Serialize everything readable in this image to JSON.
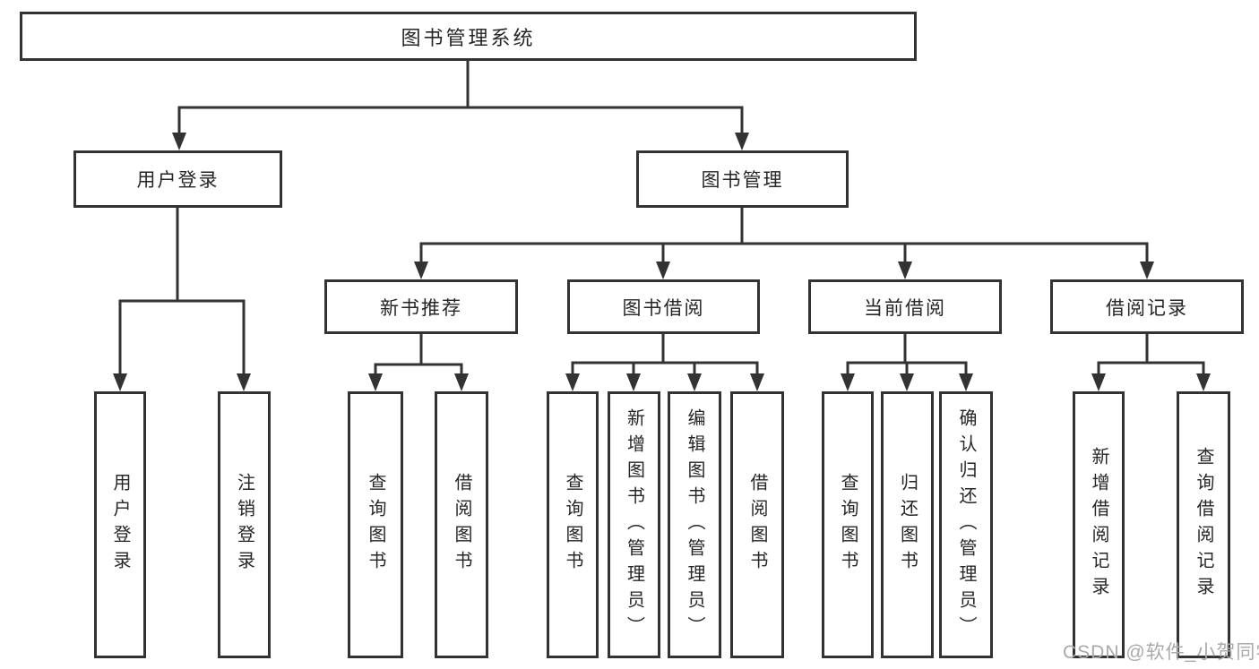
{
  "tree": {
    "label": "图书管理系统",
    "children": [
      {
        "label": "用户登录",
        "children": [
          {
            "label": "用户登录"
          },
          {
            "label": "注销登录"
          }
        ]
      },
      {
        "label": "图书管理",
        "children": [
          {
            "label": "新书推荐",
            "children": [
              {
                "label": "查询图书"
              },
              {
                "label": "借阅图书"
              }
            ]
          },
          {
            "label": "图书借阅",
            "children": [
              {
                "label": "查询图书"
              },
              {
                "label": "新增图书（管理员）"
              },
              {
                "label": "编辑图书（管理员）"
              },
              {
                "label": "借阅图书"
              }
            ]
          },
          {
            "label": "当前借阅",
            "children": [
              {
                "label": "查询图书"
              },
              {
                "label": "归还图书"
              },
              {
                "label": "确认归还（管理员）"
              }
            ]
          },
          {
            "label": "借阅记录",
            "children": [
              {
                "label": "新增借阅记录"
              },
              {
                "label": "查询借阅记录"
              }
            ]
          }
        ]
      }
    ]
  },
  "watermark": {
    "text": "CSDN @软件_小贺同学"
  },
  "colors": {
    "line": "#333333",
    "border": "#333333",
    "text": "#262626",
    "background": "#ffffff",
    "watermark": "#a9a9a9"
  }
}
